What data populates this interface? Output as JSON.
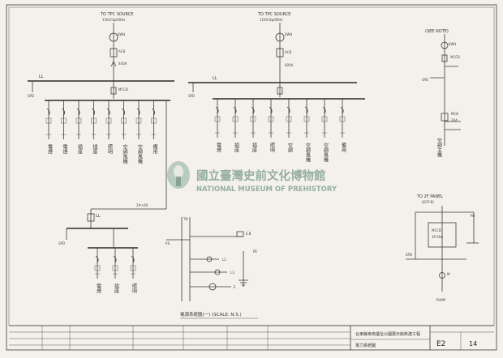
{
  "top_labels": {
    "left": [
      "TO TPC SOURCE",
      "11KV/3φ/60Hz"
    ],
    "middle": [
      "TO TPC SOURCE",
      "11KV/3φ/60Hz"
    ],
    "right_top": "(SEE NOTE)",
    "right_mid": [
      "TO 2F PANEL",
      "(ECP-B)"
    ]
  },
  "bus_labels": {
    "left": "LL",
    "middle": "LL",
    "sub": "LL"
  },
  "branch_labels": {
    "left": [
      "電燈",
      "電燈",
      "插座",
      "插座",
      "照明",
      "空調風機",
      "空調風機",
      "備用"
    ],
    "middle": [
      "電燈",
      "插座",
      "插座",
      "照明",
      "空調",
      "空調風機",
      "空調風機",
      "備用"
    ],
    "lower": [
      "電燈",
      "插座",
      "照明"
    ],
    "right": "空調主機"
  },
  "subdiagram_caption": "電源系統圖(一) (SCALE: N.S.)",
  "watermark": {
    "cn": "國立臺灣史前文化博物館",
    "en": "NATIONAL MUSEUM OF PREHISTORY"
  },
  "title_block": {
    "project_cn": "台東縣卑南遺址公園展示館新建工程",
    "drawing_cn": "電力系統圖",
    "drawing_no": "E2",
    "sheet": "14"
  }
}
